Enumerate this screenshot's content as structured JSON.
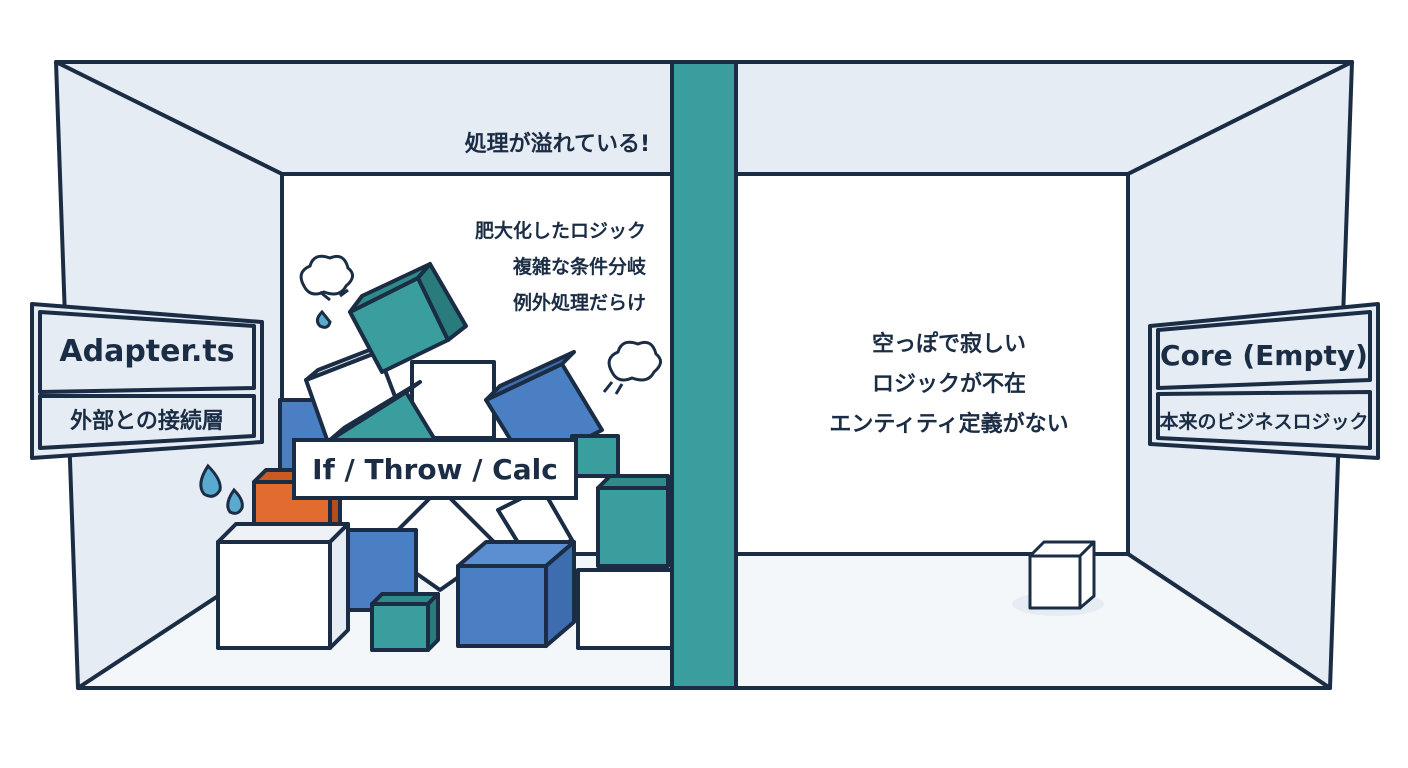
{
  "left_room": {
    "overflow_heading": "処理が溢れている!",
    "notes": [
      "肥大化したロジック",
      "複雑な条件分岐",
      "例外処理だらけ"
    ],
    "code_label": "If / Throw / Calc",
    "sign": {
      "title": "Adapter.ts",
      "subtitle": "外部との接続層"
    }
  },
  "right_room": {
    "notes": [
      "空っぽで寂しい",
      "ロジックが不在",
      "エンティティ定義がない"
    ],
    "sign": {
      "title": "Core (Empty)",
      "subtitle": "本来のビジネスロジック"
    }
  },
  "colors": {
    "outline": "#1b2d45",
    "wall": "#e6ecf4",
    "back_wall": "#ffffff",
    "divider": "#3a9e9e",
    "block_blue": "#4a7fc4",
    "block_teal": "#3a9e9e",
    "block_orange": "#e26b2f",
    "block_white": "#ffffff",
    "droplet": "#5aa9cf"
  }
}
